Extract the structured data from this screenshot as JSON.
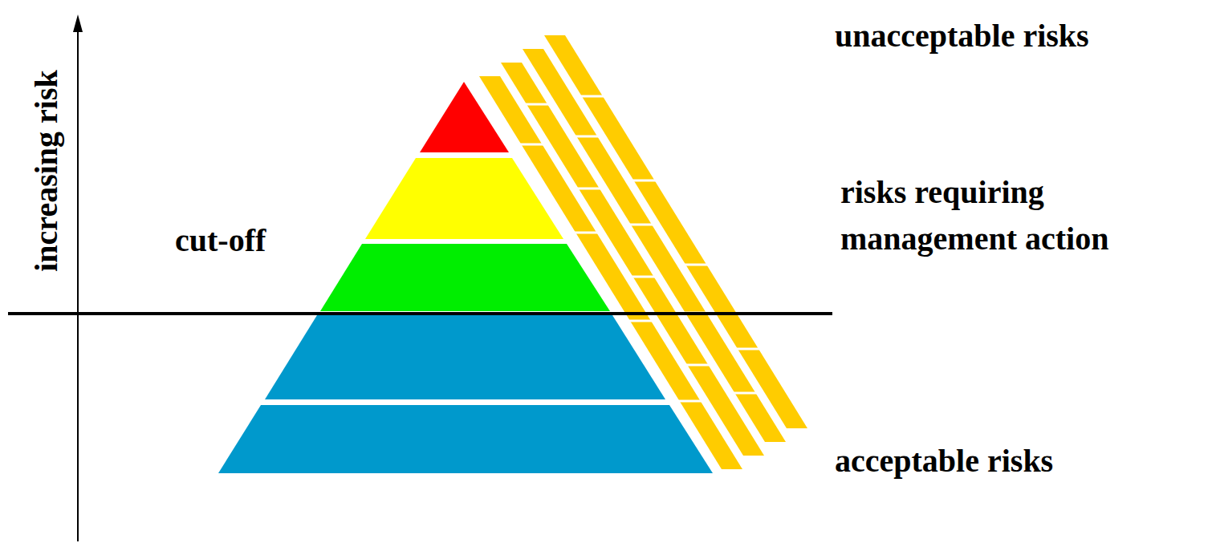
{
  "diagram": {
    "labels": [
      "increasing risk",
      "cut-off",
      "unacceptable risks",
      "risks requiring management action",
      "acceptable risks"
    ]
  }
}
